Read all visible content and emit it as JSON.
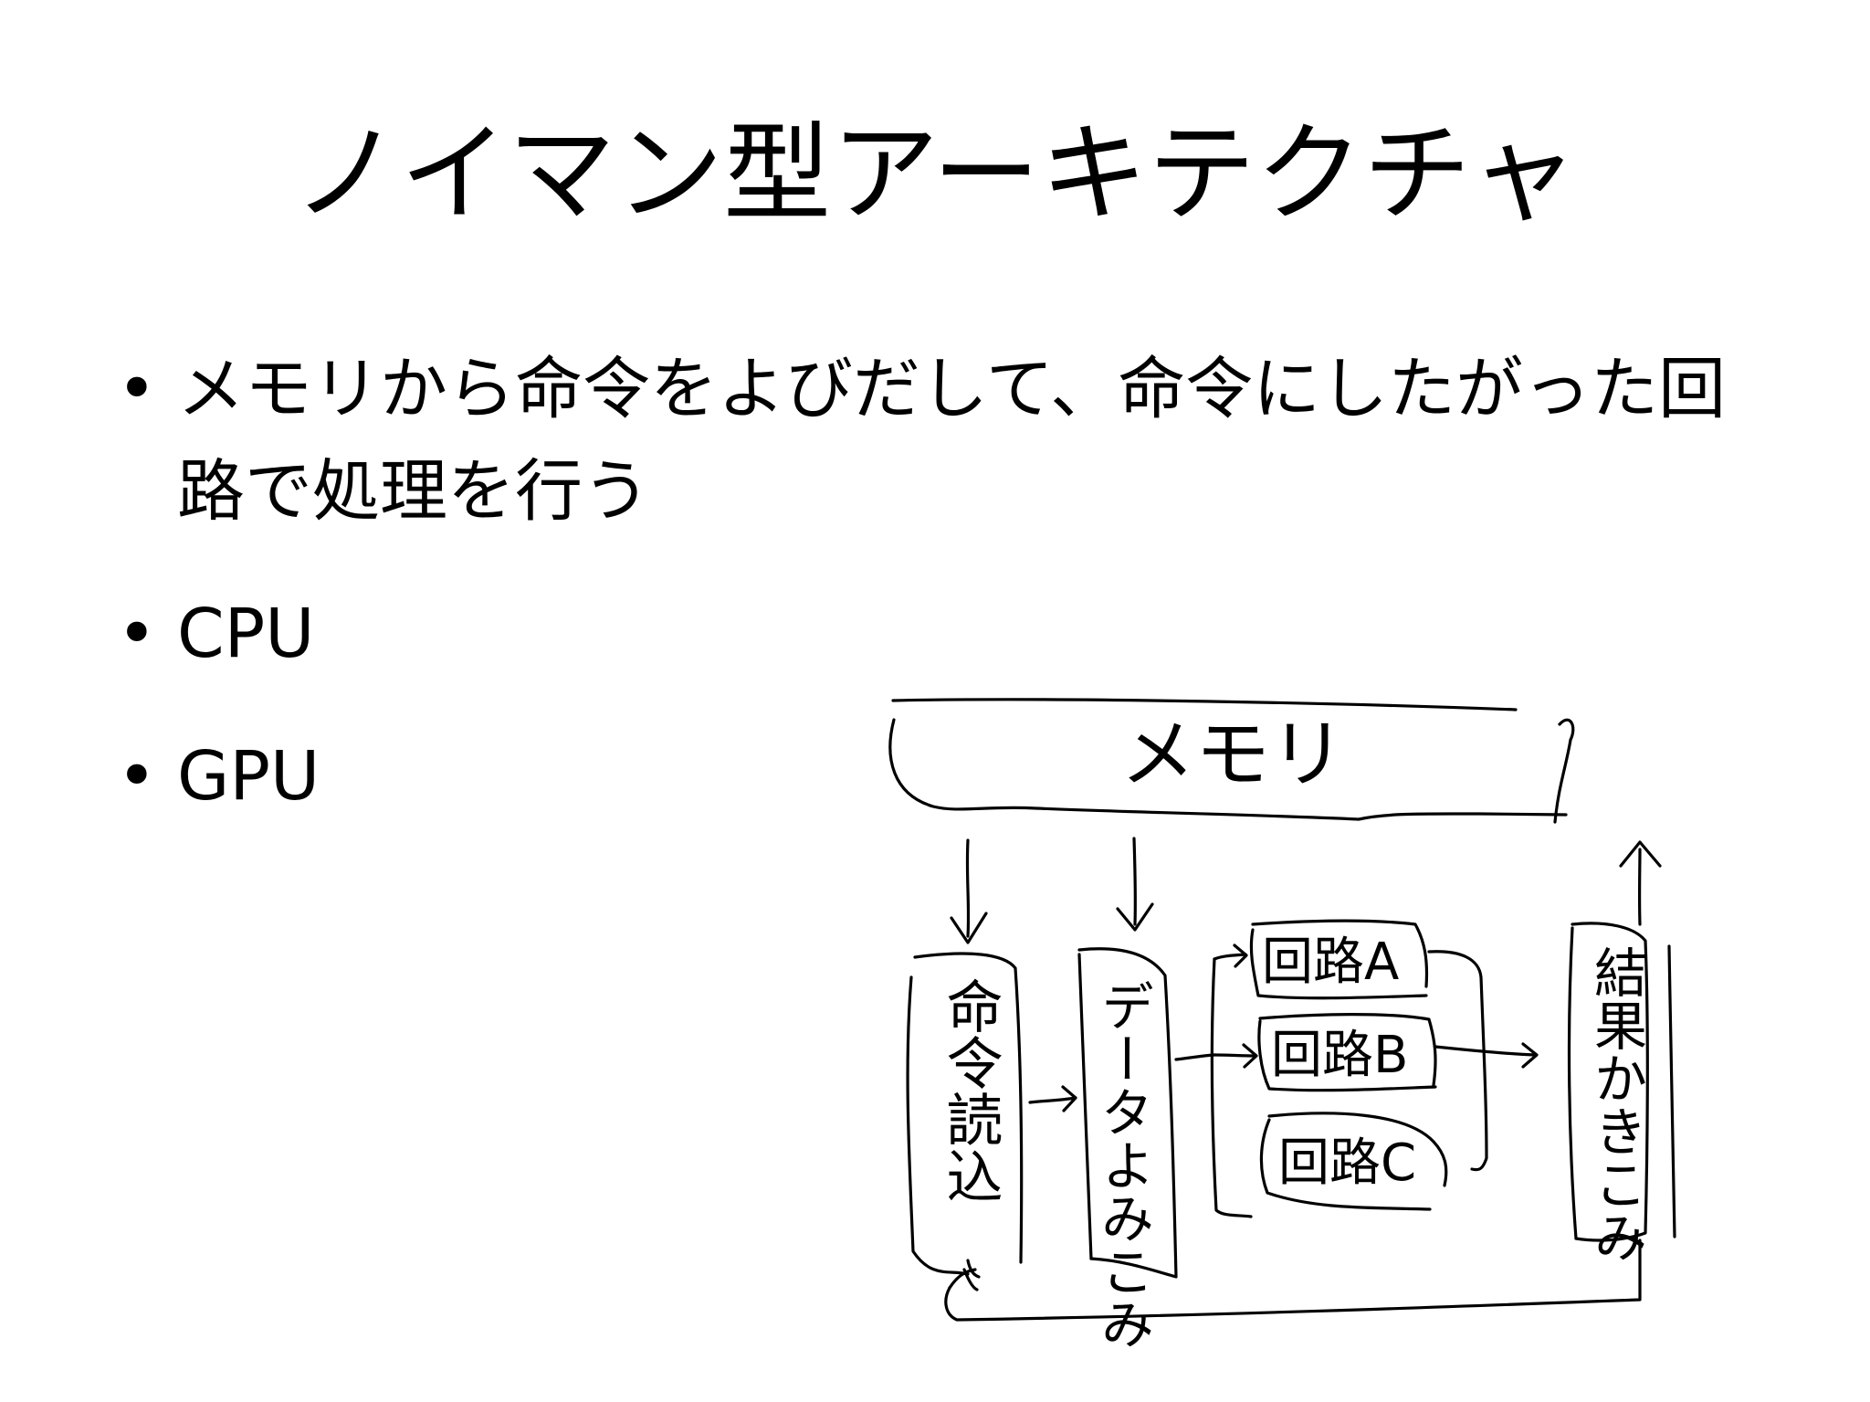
{
  "slide": {
    "title": "ノイマン型アーキテクチャ",
    "bullets": [
      "メモリから命令をよびだして、命令にしたがった回路で処理を行う",
      "CPU",
      "GPU"
    ],
    "bullet_symbol": "•"
  },
  "diagram": {
    "memory_label": "メモリ",
    "instruction_read_label": "命令読込",
    "data_read_label": "データよみこみ",
    "circuit_a_label": "回路A",
    "circuit_b_label": "回路B",
    "circuit_c_label": "回路C",
    "result_write_label": "結果かきこみ"
  }
}
